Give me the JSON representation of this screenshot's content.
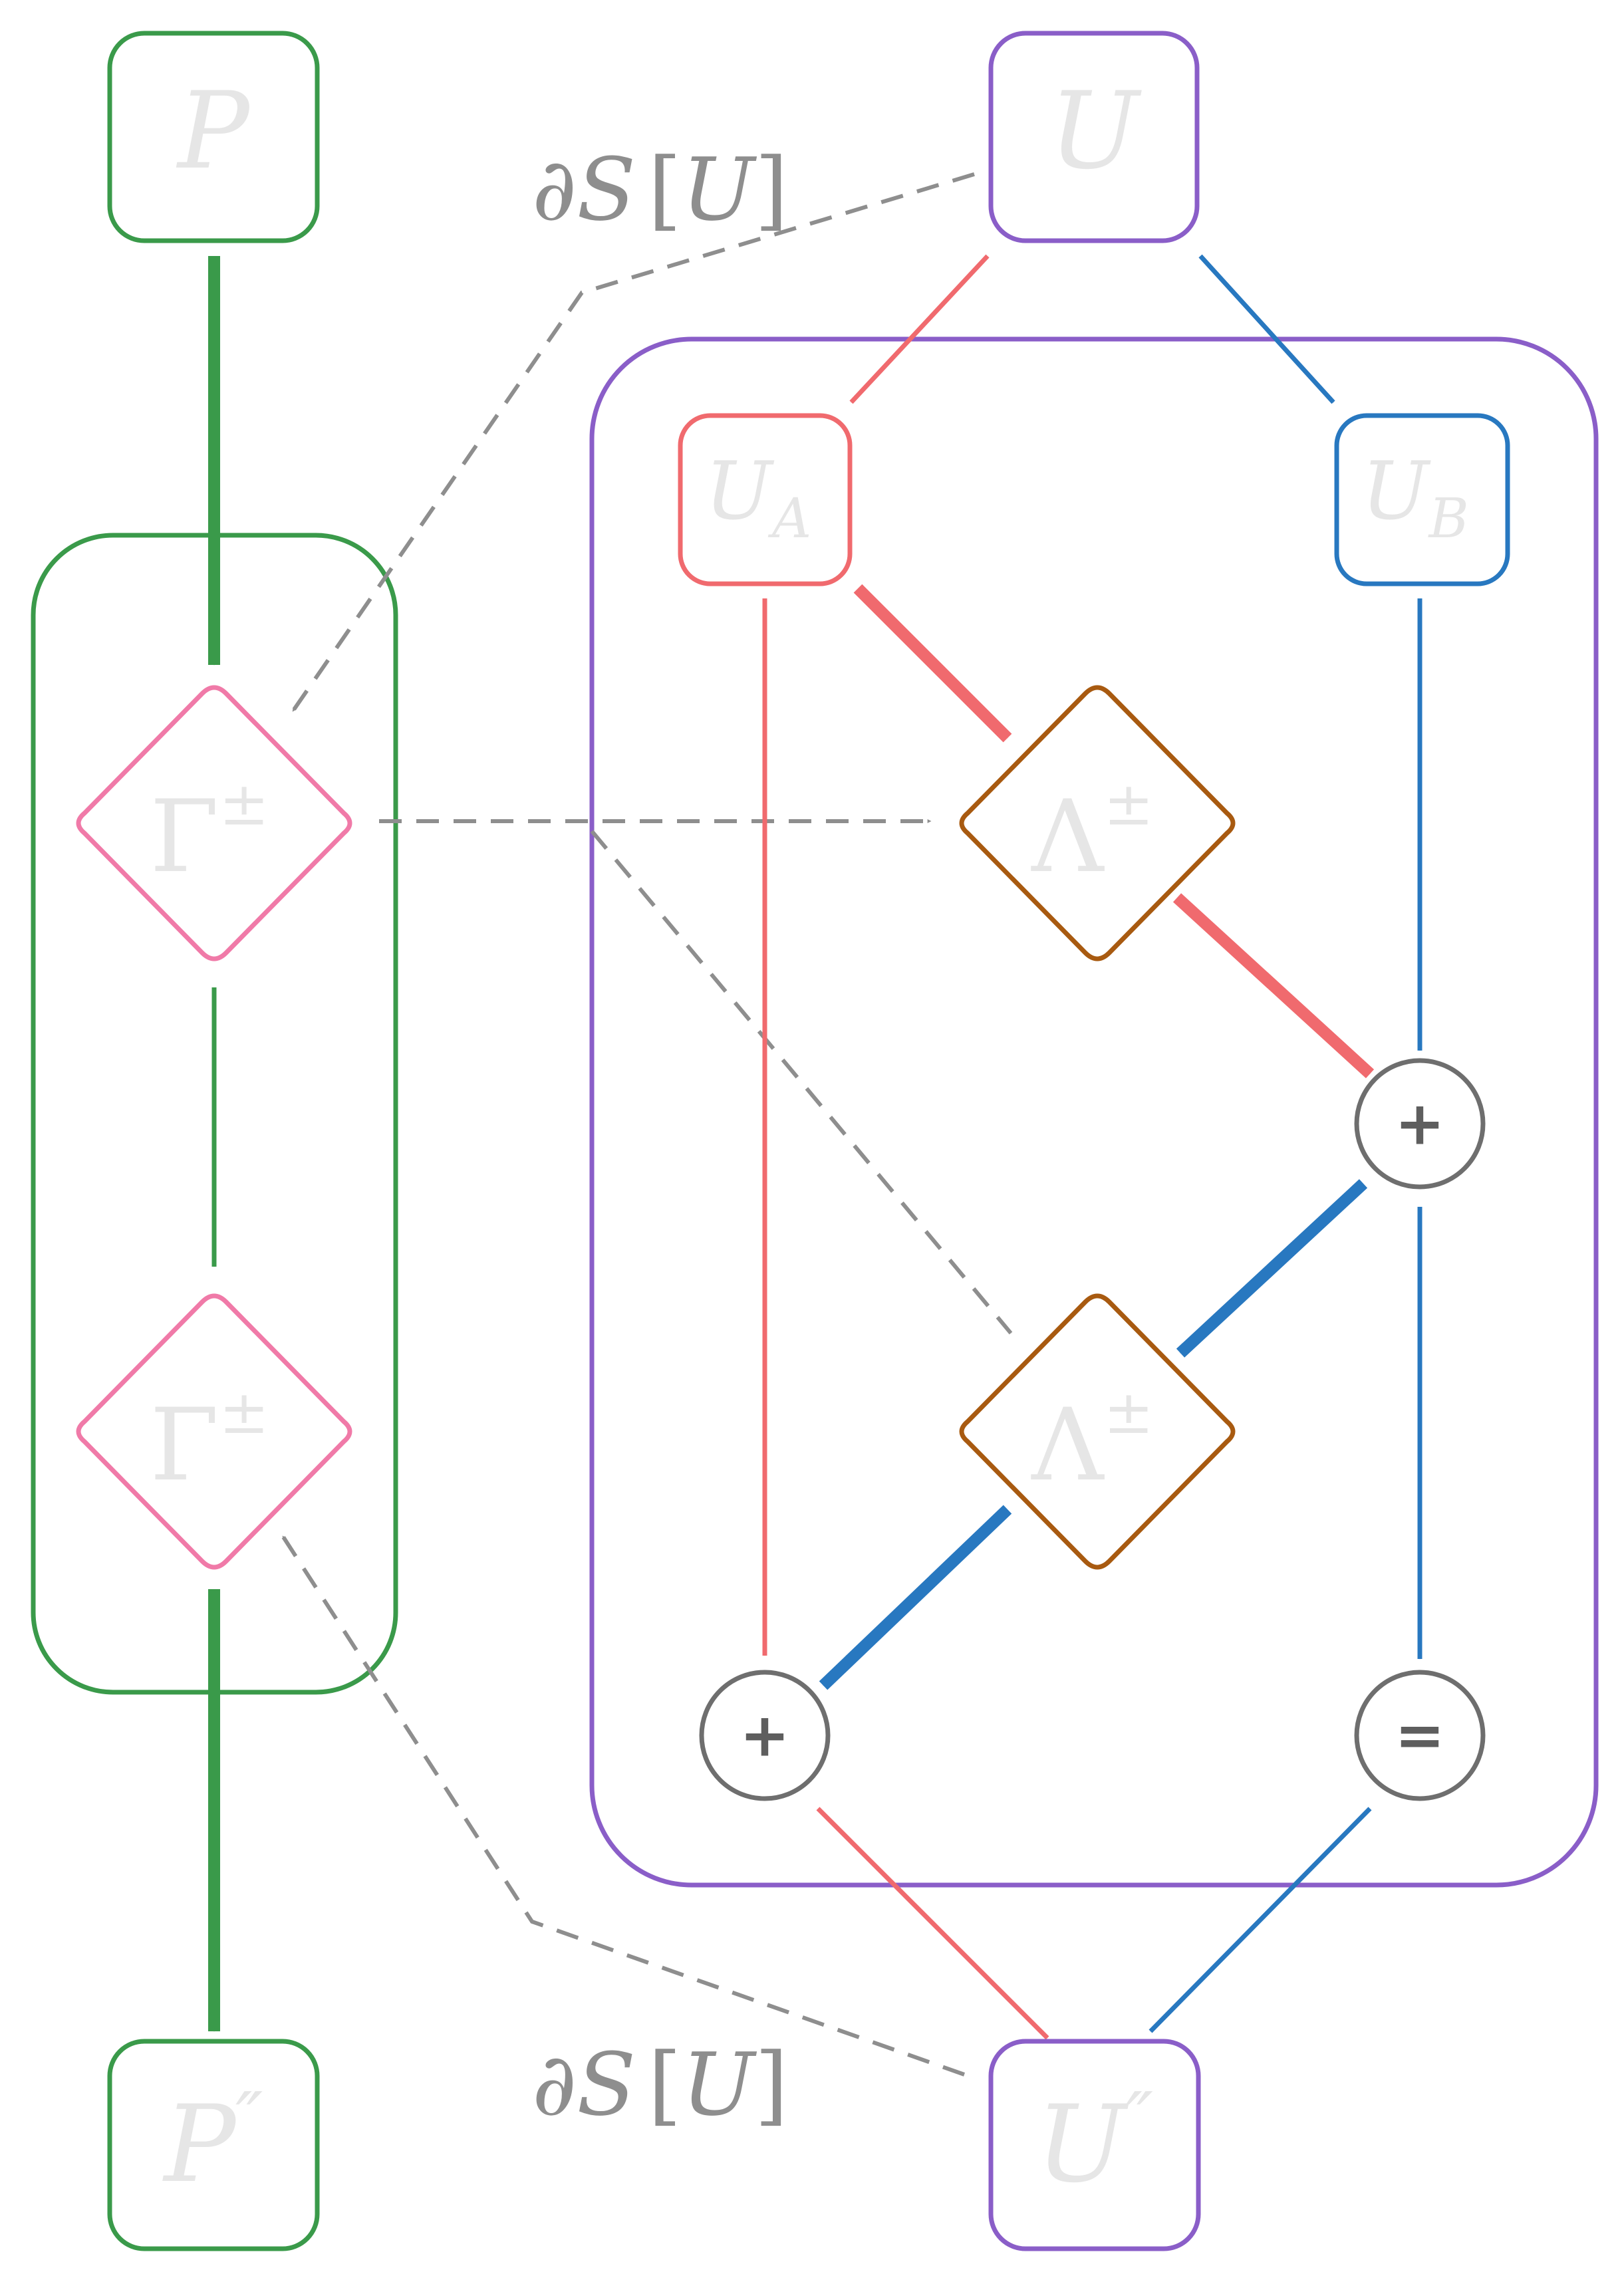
{
  "colors": {
    "green": "#3a9a4a",
    "purple": "#8a5ec8",
    "red": "#f06a6e",
    "blue": "#2878c0",
    "pink": "#f07aa8",
    "brown": "#a85a10",
    "gray": "#8e8e8e",
    "op_ring": "#6e6e6e",
    "faint_text": "#e6e6e6"
  },
  "nodes": {
    "P": {
      "base": "P",
      "prime": ""
    },
    "P_out": {
      "base": "P",
      "prime": "″"
    },
    "U": {
      "base": "U",
      "prime": ""
    },
    "U_out": {
      "base": "U",
      "prime": "″"
    },
    "U_A": {
      "base": "U",
      "sub": "A"
    },
    "U_B": {
      "base": "U",
      "sub": "B"
    },
    "Gamma_1": {
      "base": "Γ",
      "sup": "±"
    },
    "Gamma_2": {
      "base": "Γ",
      "sup": "±"
    },
    "Lambda_1": {
      "base": "Λ",
      "sup": "±"
    },
    "Lambda_2": {
      "base": "Λ",
      "sup": "±"
    },
    "add_1": {
      "symbol": "+"
    },
    "add_2": {
      "symbol": "+"
    },
    "copy": {
      "symbol": "="
    }
  },
  "annotations": {
    "top": {
      "partial": "∂",
      "S": "S",
      "lb": "[",
      "U": "U",
      "rb": "]"
    },
    "bottom": {
      "partial": "∂",
      "S": "S",
      "lb": "[",
      "U": "U",
      "rb": "]"
    }
  }
}
